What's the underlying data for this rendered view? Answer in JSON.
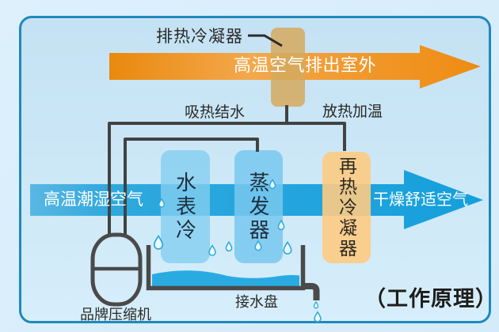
{
  "top": {
    "condenser_label": "排热冷凝器",
    "exhaust_arrow_text": "高温空气排出室外"
  },
  "mid_labels": {
    "absorb": "吸热结水",
    "release": "放热加温"
  },
  "flow": {
    "inlet": "高温潮湿空气",
    "outlet": "干燥舒适空气"
  },
  "components": {
    "surface_cooler": "水表冷",
    "evaporator": "蒸发器",
    "reheat_condenser": "再热冷凝器",
    "compressor": "品牌压缩机",
    "drip_tray": "接水盘"
  },
  "caption": "（工作原理）",
  "colors": {
    "frame_border": "#2089bb",
    "orange_arrow_start": "#e9890e",
    "orange_arrow_mid": "#f3a84c",
    "orange_arrow_end": "#ee8c12",
    "blue_arrow_start": "#5ab7e3",
    "blue_arrow_end": "#149fdb",
    "exhaust_condenser_fill": "#d5aa60",
    "reheat_condenser_fill": "#fdcb82",
    "water": "#29abe2",
    "pipe": "#424242",
    "drop_outline": "#2aa9e0"
  }
}
